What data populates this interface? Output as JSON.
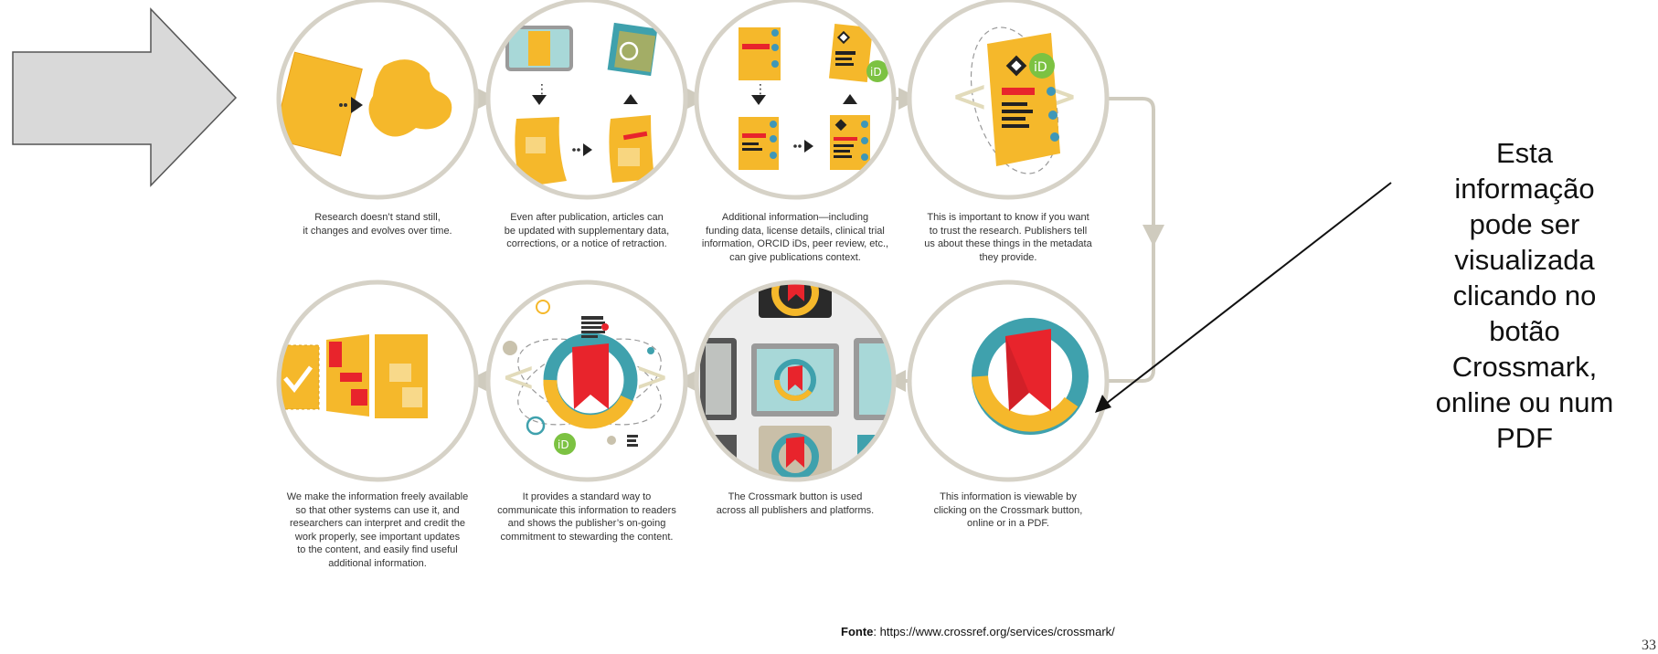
{
  "captions": {
    "step1": "Research doesn’t stand still,\nit changes and evolves over time.",
    "step2": "Even after publication, articles can\nbe updated with supplementary data,\ncorrections, or a notice of retraction.",
    "step3": "Additional information—including\nfunding data, license details, clinical trial\ninformation, ORCID iDs, peer review, etc.,\ncan give publications context.",
    "step4": "This is important to know if you want\nto trust the research. Publishers tell\nus about these things in the metadata\nthey provide.",
    "step5": "This information is viewable by\nclicking on the Crossmark button,\nonline or in a PDF.",
    "step6": "The Crossmark button is used\nacross all publishers and platforms.",
    "step7": "It provides a standard way to\ncommunicate this information to readers\nand shows the publisher’s on-going\ncommitment to stewarding the content.",
    "step8": "We make the information freely available\nso that other systems can use it, and\nresearchers can interpret and credit the\nwork properly, see important updates\nto the content, and easily find useful\nadditional information."
  },
  "icons": {
    "orcid_label": "iD",
    "orcid_label_small": "iD"
  },
  "side_note": "Esta\ninformação\npode ser\nvisualizada\nclicando no\nbotão\nCrossmark,\nonline ou num\nPDF",
  "source": {
    "label": "Fonte",
    "url": ": https://www.crossref.org/services/crossmark/"
  },
  "page_number": "33",
  "colors": {
    "paper": "#F5B82B",
    "paper_dark": "#E79F1B",
    "red": "#E8242C",
    "teal": "#3FA1AD",
    "blue_dot": "#3E97B8",
    "green": "#7CC242",
    "ring": "#D6D2C7",
    "arrow_fill": "#D9D9D9"
  }
}
